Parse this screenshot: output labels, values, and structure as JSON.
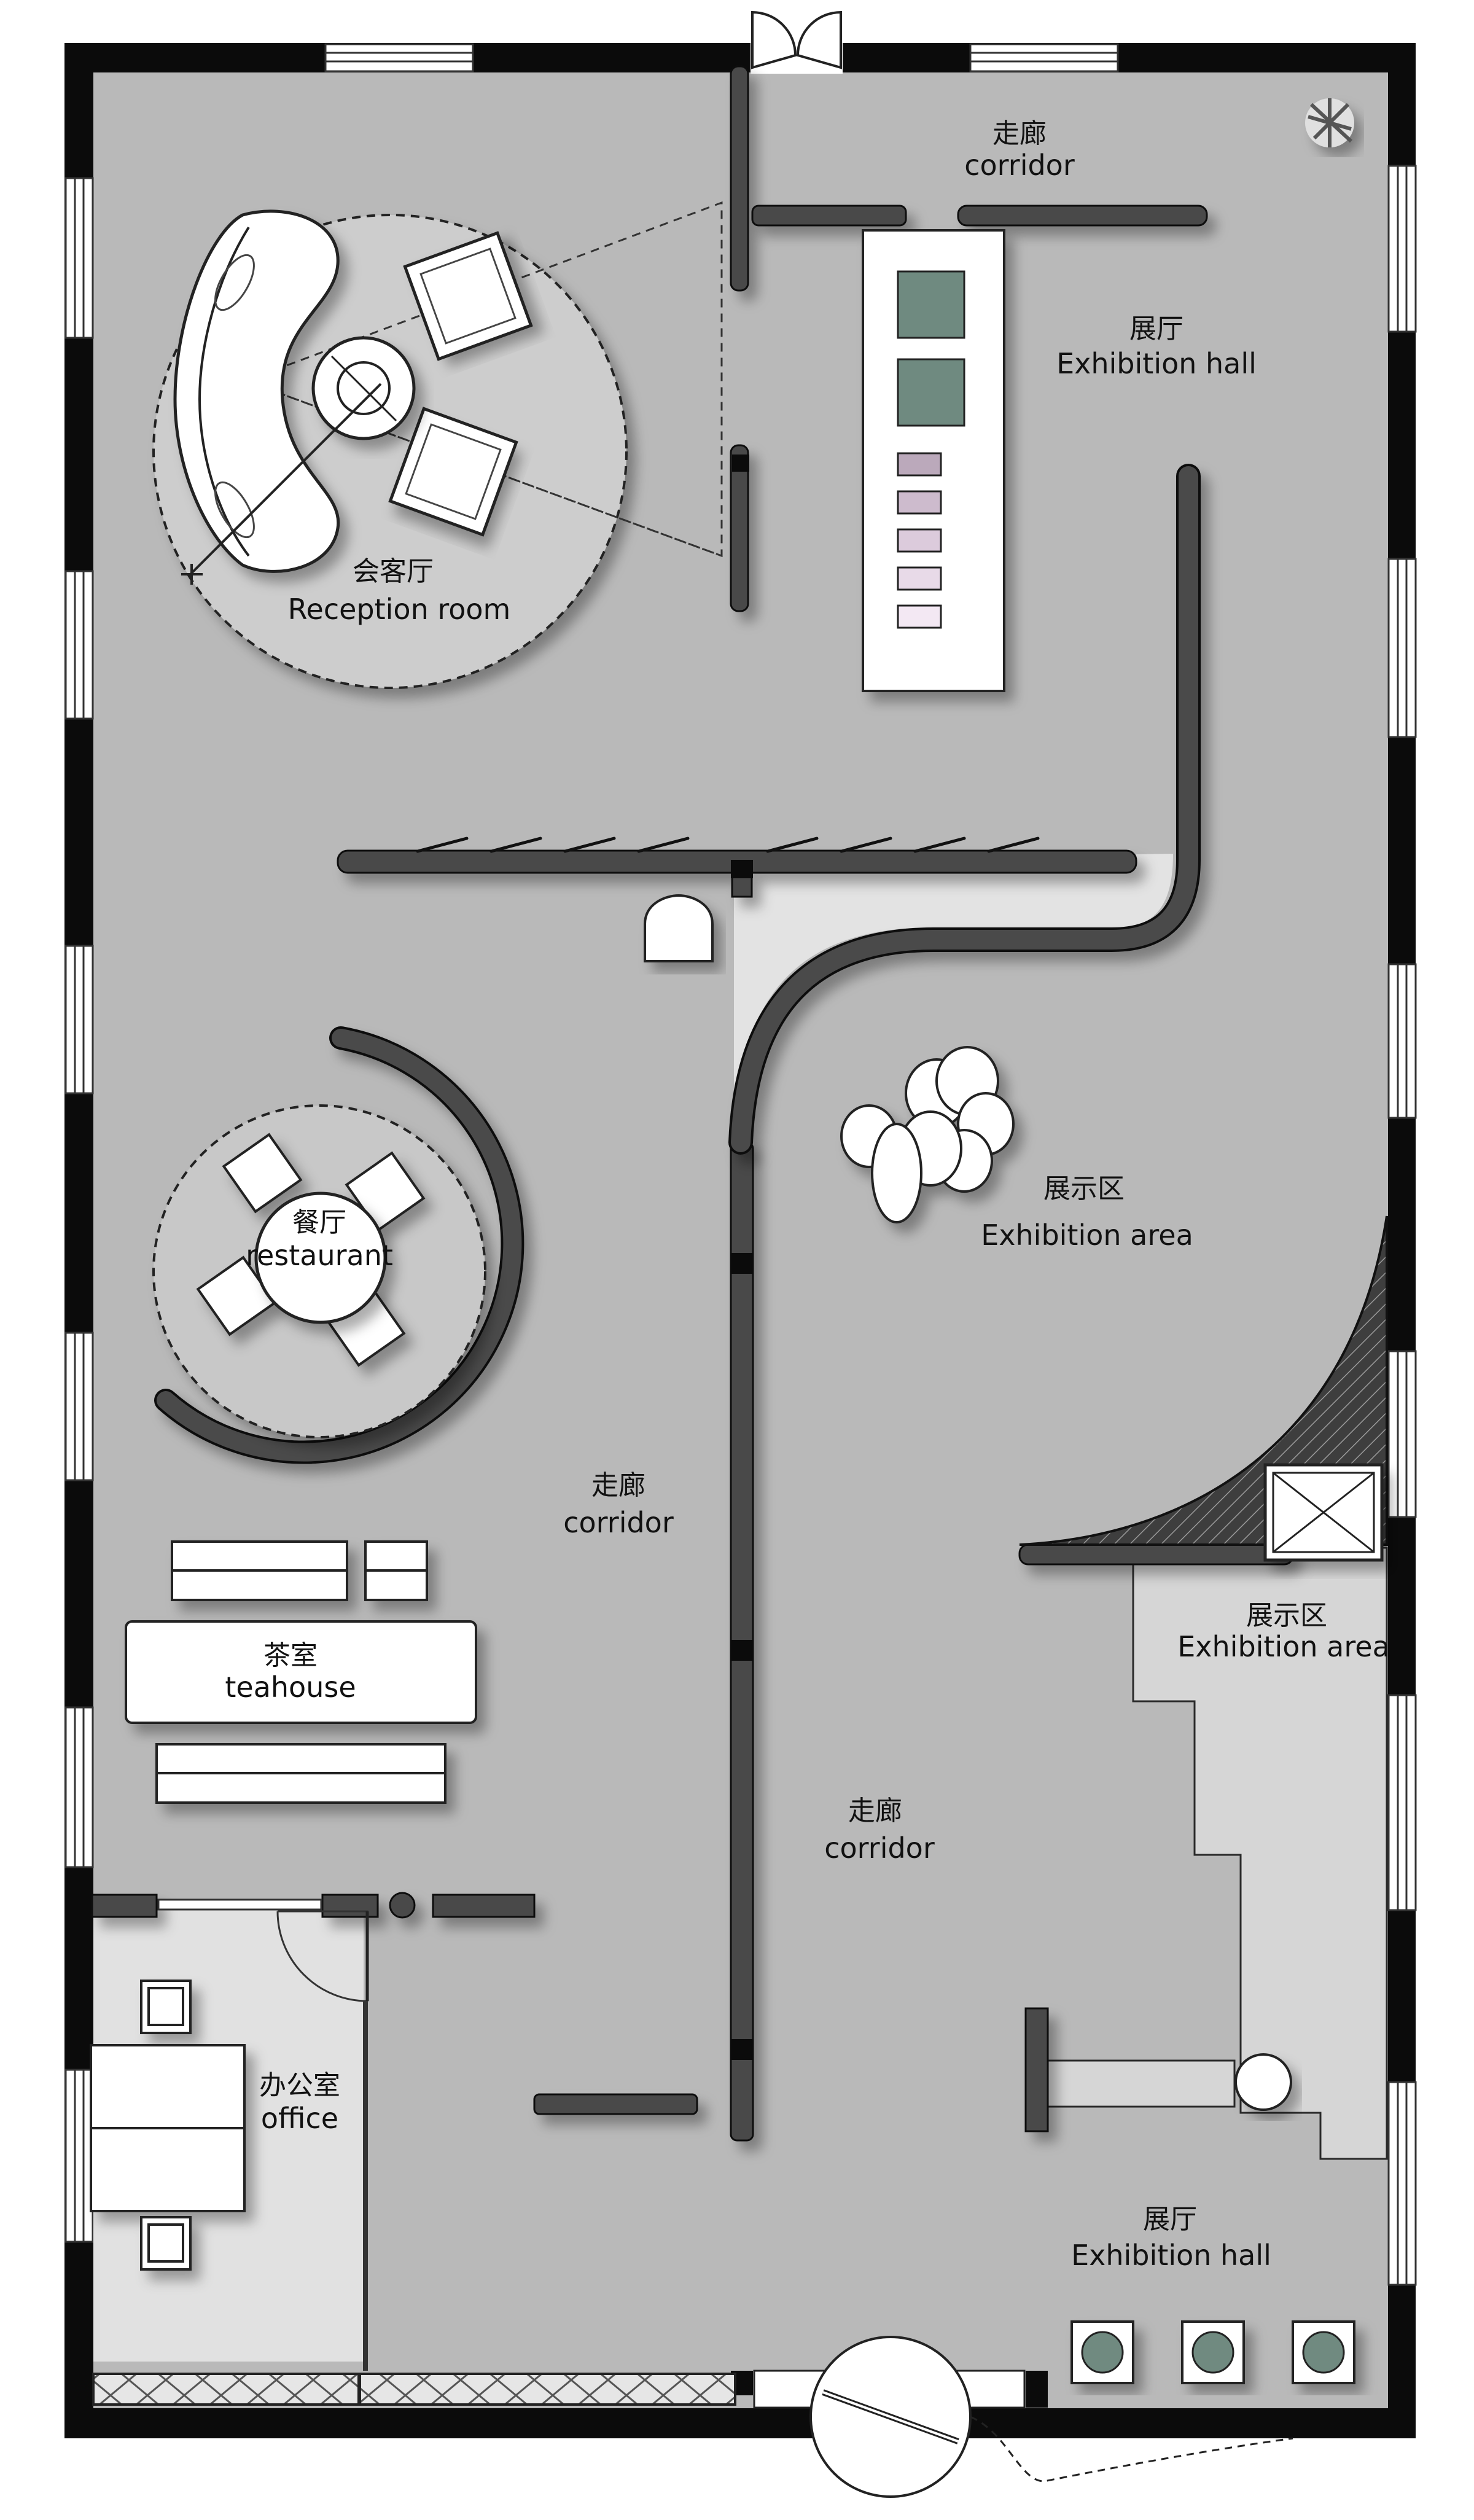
{
  "colors": {
    "wall": "#0b0b0b",
    "floor": "#b9b9b9",
    "partition": "#4a4a4a",
    "light_floor": "#dadada",
    "furniture": "#ffffff",
    "outline": "#2a2a2a",
    "display_green": "#6f8a80",
    "swatches": [
      "#bba9bb",
      "#cdbbcd",
      "#dccbdc",
      "#e8dae8",
      "#f3e8f3"
    ]
  },
  "rooms": {
    "corridor_top": {
      "zh": "走廊",
      "en": "corridor"
    },
    "exhibition_hall_top": {
      "zh": "展厅",
      "en": "Exhibition hall"
    },
    "reception": {
      "zh": "会客厅",
      "en": "Reception room"
    },
    "restaurant": {
      "zh": "餐厅",
      "en": "restaurant"
    },
    "exhibition_area_mid": {
      "zh": "展示区",
      "en": "Exhibition area"
    },
    "corridor_mid": {
      "zh": "走廊",
      "en": "corridor"
    },
    "exhibition_area_right": {
      "zh": "展示区",
      "en": "Exhibition area"
    },
    "teahouse": {
      "zh": "茶室",
      "en": "teahouse"
    },
    "corridor_low": {
      "zh": "走廊",
      "en": "corridor"
    },
    "office": {
      "zh": "办公室",
      "en": "office"
    },
    "exhibition_hall_bottom": {
      "zh": "展厅",
      "en": "Exhibition hall"
    }
  }
}
